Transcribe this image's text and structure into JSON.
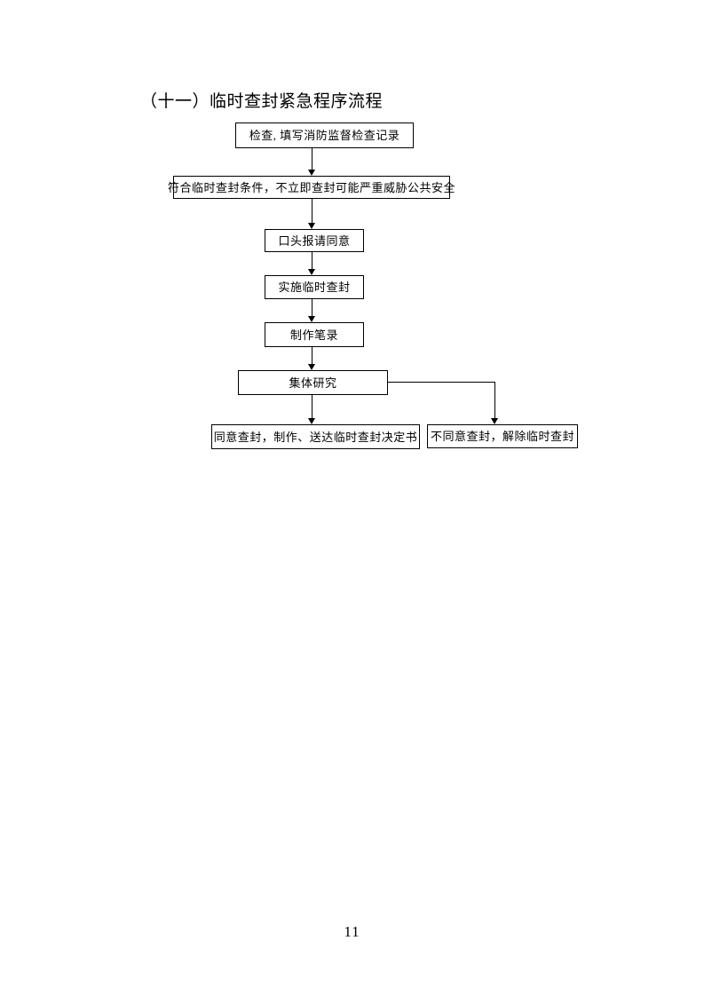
{
  "document": {
    "title": "（十一）临时查封紧急程序流程",
    "page_number": "11"
  },
  "flowchart": {
    "type": "flowchart",
    "line_color": "#000000",
    "background_color": "#ffffff",
    "nodes": [
      {
        "id": "inspection-record",
        "label": "检查, 填写消防监督检查记录"
      },
      {
        "id": "seal-conditions",
        "label": "符合临时查封条件，不立即查封可能严重威胁公共安全"
      },
      {
        "id": "oral-approval",
        "label": "口头报请同意"
      },
      {
        "id": "implement-seal",
        "label": "实施临时查封"
      },
      {
        "id": "make-transcript",
        "label": "制作笔录"
      },
      {
        "id": "collective-review",
        "label": "集体研究"
      },
      {
        "id": "agree-seal-decision",
        "label": "同意查封，制作、送达临时查封决定书"
      },
      {
        "id": "disagree-release-seal",
        "label": "不同意查封，解除临时查封"
      }
    ],
    "edges": [
      {
        "from": "inspection-record",
        "to": "seal-conditions"
      },
      {
        "from": "seal-conditions",
        "to": "oral-approval"
      },
      {
        "from": "oral-approval",
        "to": "implement-seal"
      },
      {
        "from": "implement-seal",
        "to": "make-transcript"
      },
      {
        "from": "make-transcript",
        "to": "collective-review"
      },
      {
        "from": "collective-review",
        "to": "agree-seal-decision"
      },
      {
        "from": "collective-review",
        "to": "disagree-release-seal"
      }
    ]
  }
}
